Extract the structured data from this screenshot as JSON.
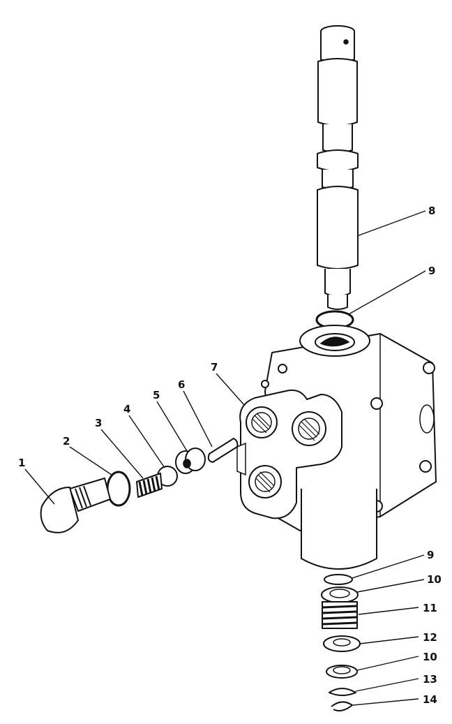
{
  "diagram": {
    "type": "exploded-parts-view",
    "callouts": [
      {
        "id": "c1",
        "label": "1"
      },
      {
        "id": "c2",
        "label": "2"
      },
      {
        "id": "c3",
        "label": "3"
      },
      {
        "id": "c4",
        "label": "4"
      },
      {
        "id": "c5",
        "label": "5"
      },
      {
        "id": "c6",
        "label": "6"
      },
      {
        "id": "c7",
        "label": "7"
      },
      {
        "id": "c8",
        "label": "8"
      },
      {
        "id": "c9a",
        "label": "9"
      },
      {
        "id": "c9b",
        "label": "9"
      },
      {
        "id": "c10a",
        "label": "10"
      },
      {
        "id": "c11",
        "label": "11"
      },
      {
        "id": "c12",
        "label": "12"
      },
      {
        "id": "c10b",
        "label": "10"
      },
      {
        "id": "c13",
        "label": "13"
      },
      {
        "id": "c14",
        "label": "14"
      }
    ]
  }
}
